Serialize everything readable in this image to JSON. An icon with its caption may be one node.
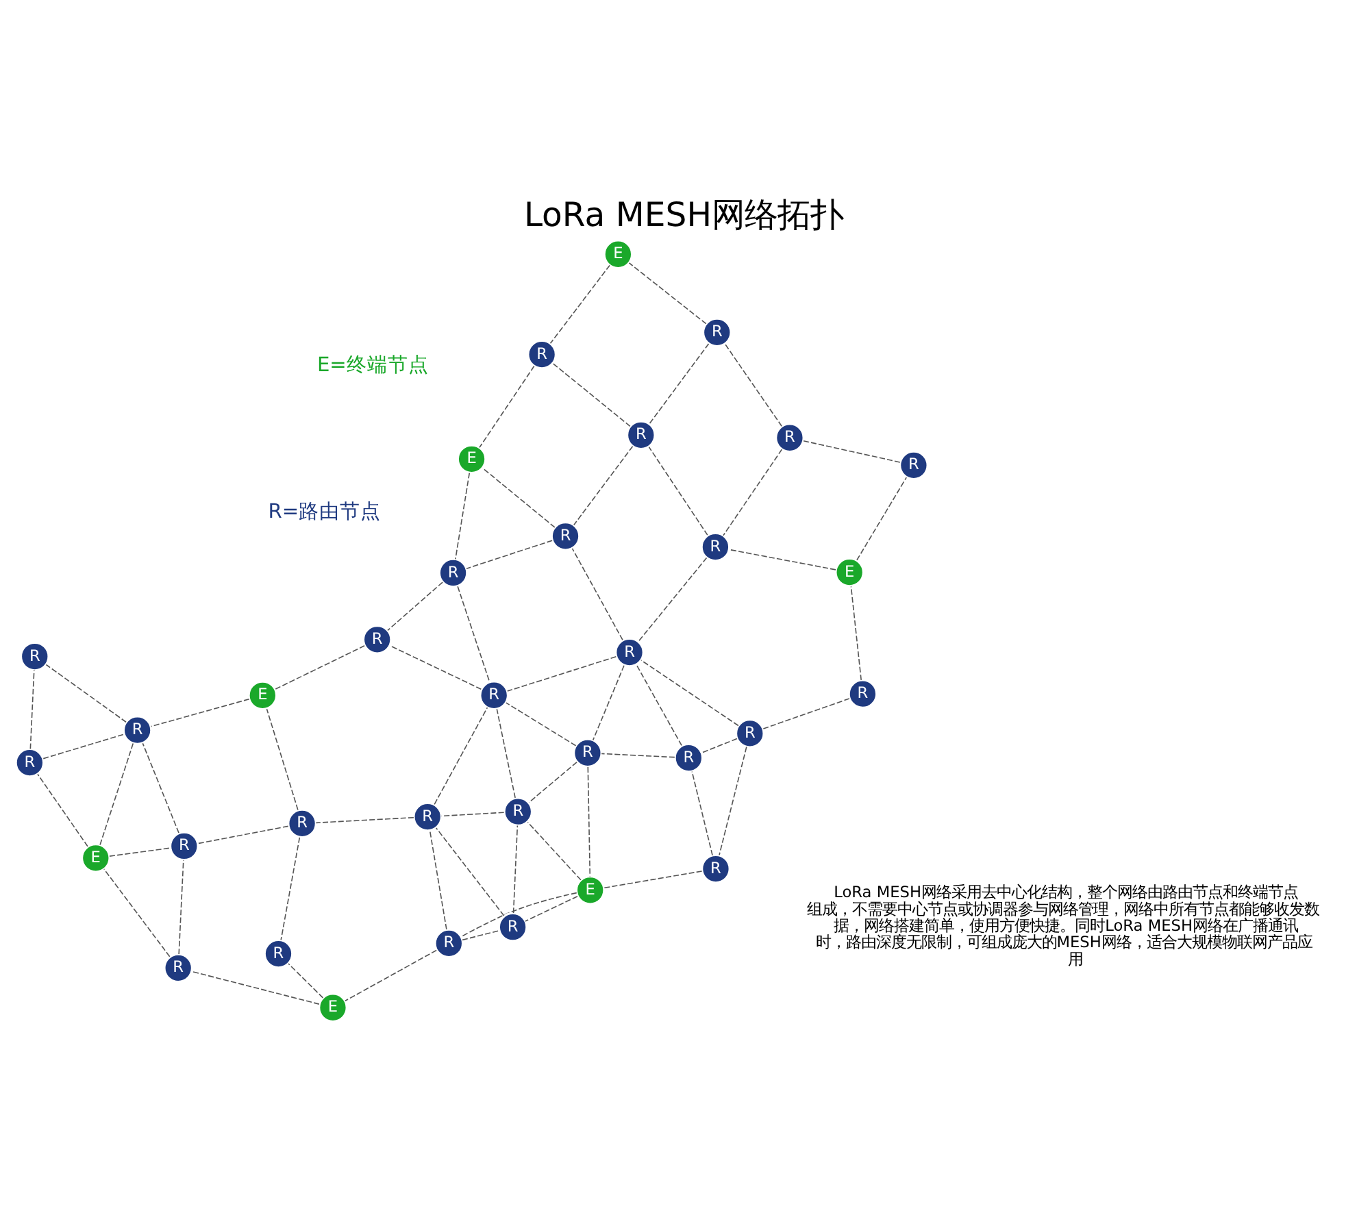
{
  "diagram": {
    "title": "LoRa MESH网络拓扑",
    "nodes": [
      {
        "text": [
          "R"
        ]
      },
      {
        "text": [
          "R"
        ]
      },
      {
        "text": [
          "R"
        ]
      },
      {
        "text": [
          "E"
        ]
      },
      {
        "text": [
          "R"
        ]
      },
      {
        "text": [
          "E"
        ]
      },
      {
        "text": [
          "E"
        ]
      },
      {
        "text": [
          "R"
        ]
      },
      {
        "text": [
          "R"
        ]
      },
      {
        "text": [
          "R"
        ]
      },
      {
        "text": [
          "R"
        ]
      },
      {
        "text": [
          "E"
        ]
      },
      {
        "text": [
          "R"
        ]
      },
      {
        "text": [
          "R"
        ]
      },
      {
        "text": [
          "R"
        ]
      },
      {
        "text": [
          "R"
        ]
      },
      {
        "text": [
          "R"
        ]
      },
      {
        "text": [
          "R"
        ]
      },
      {
        "text": [
          "R"
        ]
      },
      {
        "text": [
          "R"
        ]
      },
      {
        "text": [
          "R"
        ]
      },
      {
        "text": [
          "R"
        ]
      },
      {
        "text": [
          "R"
        ]
      },
      {
        "text": [
          "R"
        ]
      },
      {
        "text": [
          "R"
        ]
      },
      {
        "text": [
          "R"
        ]
      },
      {
        "text": [
          "E"
        ]
      },
      {
        "text": [
          "R"
        ]
      },
      {
        "text": [
          "R"
        ]
      },
      {
        "text": [
          "E"
        ]
      },
      {
        "text": [
          "R"
        ]
      },
      {
        "text": [
          "R"
        ]
      },
      {
        "text": [
          "R"
        ]
      },
      {
        "text": [
          "E"
        ]
      }
    ],
    "edges": [
      {
        "from": 0,
        "to": 1,
        "arrow": "none",
        "style": "dashed"
      },
      {
        "from": 1,
        "to": 2,
        "arrow": "none",
        "style": "dashed"
      },
      {
        "from": 2,
        "to": 3,
        "arrow": "none",
        "style": "dashed"
      },
      {
        "from": 0,
        "to": 6,
        "arrow": "none",
        "style": "dashed"
      },
      {
        "from": 6,
        "to": 12,
        "arrow": "none",
        "style": "dashed"
      },
      {
        "from": 6,
        "to": 14,
        "arrow": "none",
        "style": "dashed"
      },
      {
        "from": 12,
        "to": 13,
        "arrow": "none",
        "style": "dashed"
      },
      {
        "from": 13,
        "to": 14,
        "arrow": "none",
        "style": "dashed"
      },
      {
        "from": 14,
        "to": 16,
        "arrow": "none",
        "style": "dashed"
      },
      {
        "from": 1,
        "to": 16,
        "arrow": "none",
        "style": "dashed"
      },
      {
        "from": 1,
        "to": 7,
        "arrow": "none",
        "style": "dashed"
      },
      {
        "from": 2,
        "to": 7,
        "arrow": "none",
        "style": "dashed"
      },
      {
        "from": 7,
        "to": 16,
        "arrow": "none",
        "style": "dashed"
      },
      {
        "from": 7,
        "to": 17,
        "arrow": "none",
        "style": "dashed"
      },
      {
        "from": 16,
        "to": 17,
        "arrow": "none",
        "style": "dashed"
      },
      {
        "from": 16,
        "to": 22,
        "arrow": "none",
        "style": "dashed"
      },
      {
        "from": 16,
        "to": 25,
        "arrow": "none",
        "style": "dashed"
      },
      {
        "from": 13,
        "to": 21,
        "arrow": "none",
        "style": "dashed"
      },
      {
        "from": 14,
        "to": 24,
        "arrow": "none",
        "style": "dashed"
      },
      {
        "from": 21,
        "to": 24,
        "arrow": "none",
        "style": "dashed"
      },
      {
        "from": 21,
        "to": 26,
        "arrow": "none",
        "style": "dashed"
      },
      {
        "from": 24,
        "to": 25,
        "arrow": "none",
        "style": "dashed"
      },
      {
        "from": 24,
        "to": 27,
        "arrow": "none",
        "style": "dashed"
      },
      {
        "from": 26,
        "to": 27,
        "arrow": "none",
        "style": "dashed"
      },
      {
        "from": 27,
        "to": 33,
        "arrow": "none",
        "style": "dashed"
      },
      {
        "from": 25,
        "to": 33,
        "arrow": "none",
        "style": "dashed"
      },
      {
        "from": 25,
        "to": 30,
        "arrow": "none",
        "style": "dashed"
      },
      {
        "from": 33,
        "to": 30,
        "arrow": "none",
        "style": "dashed"
      },
      {
        "from": 17,
        "to": 22,
        "arrow": "none",
        "style": "dashed"
      },
      {
        "from": 30,
        "to": 22,
        "arrow": "none",
        "style": "dashed"
      },
      {
        "from": 30,
        "to": 28,
        "arrow": "none",
        "style": "dashed"
      },
      {
        "from": 17,
        "to": 3,
        "arrow": "none",
        "style": "dashed"
      },
      {
        "from": 17,
        "to": 15,
        "arrow": "none",
        "style": "dashed"
      },
      {
        "from": 3,
        "to": 4,
        "arrow": "none",
        "style": "dashed"
      },
      {
        "from": 3,
        "to": 8,
        "arrow": "none",
        "style": "dashed"
      },
      {
        "from": 3,
        "to": 15,
        "arrow": "none",
        "style": "dashed"
      },
      {
        "from": 4,
        "to": 8,
        "arrow": "none",
        "style": "dashed"
      },
      {
        "from": 4,
        "to": 18,
        "arrow": "none",
        "style": "dashed"
      },
      {
        "from": 4,
        "to": 5,
        "arrow": "none",
        "style": "dashed"
      },
      {
        "from": 8,
        "to": 15,
        "arrow": "none",
        "style": "dashed"
      },
      {
        "from": 8,
        "to": 18,
        "arrow": "none",
        "style": "dashed"
      },
      {
        "from": 15,
        "to": 18,
        "arrow": "none",
        "style": "dashed"
      },
      {
        "from": 15,
        "to": 22,
        "arrow": "none",
        "style": "dashed"
      },
      {
        "from": 18,
        "to": 22,
        "arrow": "none",
        "style": "dashed"
      },
      {
        "from": 18,
        "to": 19,
        "arrow": "none",
        "style": "dashed"
      },
      {
        "from": 22,
        "to": 28,
        "arrow": "none",
        "style": "dashed"
      },
      {
        "from": 28,
        "to": 29,
        "arrow": "none",
        "style": "dashed"
      },
      {
        "from": 19,
        "to": 29,
        "arrow": "none",
        "style": "dashed"
      },
      {
        "from": 19,
        "to": 9,
        "arrow": "none",
        "style": "dashed"
      },
      {
        "from": 19,
        "to": 20,
        "arrow": "none",
        "style": "dashed"
      },
      {
        "from": 29,
        "to": 31,
        "arrow": "none",
        "style": "dashed"
      },
      {
        "from": 5,
        "to": 9,
        "arrow": "none",
        "style": "dashed"
      },
      {
        "from": 5,
        "to": 10,
        "arrow": "none",
        "style": "dashed"
      },
      {
        "from": 10,
        "to": 11,
        "arrow": "none",
        "style": "dashed"
      },
      {
        "from": 10,
        "to": 20,
        "arrow": "none",
        "style": "dashed"
      },
      {
        "from": 11,
        "to": 20,
        "arrow": "none",
        "style": "dashed"
      },
      {
        "from": 20,
        "to": 31,
        "arrow": "none",
        "style": "dashed"
      },
      {
        "from": 11,
        "to": 31,
        "arrow": "none",
        "style": "dashed"
      },
      {
        "from": 11,
        "to": 23,
        "arrow": "none",
        "style": "dashed"
      },
      {
        "from": 23,
        "to": 31,
        "arrow": "none",
        "style": "dashed"
      },
      {
        "from": 23,
        "to": 32,
        "arrow": "none",
        "style": "dashed"
      },
      {
        "from": 31,
        "to": 32,
        "arrow": "none",
        "style": "dashed"
      }
    ],
    "labels": [
      "LoRa MESH网络采用去中心化结构，整个网络由路由节点和终端节点组成，不需要中心节点或协调器参与网络管理，网络中所有节点都能够收发数据，网络搭建简单，使用方便快捷。同时LoRa MESH网络在广播通讯时，路由深度无限制，可组成庞大的MESH网络，适合大规模物联网产品应用"
    ],
    "legend": [
      {
        "text": "E=终端节点",
        "color": "#1aa82a"
      },
      {
        "text": "R=路由节点",
        "color": "#1f3a80"
      }
    ]
  }
}
